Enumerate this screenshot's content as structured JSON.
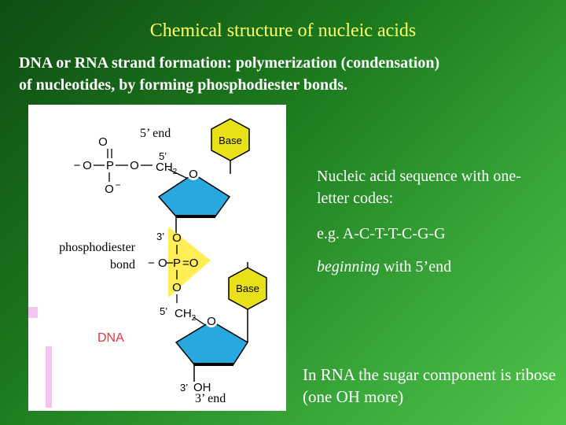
{
  "title": "Chemical structure of nucleic acids",
  "intro": {
    "line1": "DNA or RNA strand formation: polymerization (condensation)",
    "line2": "of nucleotides, by forming phosphodiester bonds."
  },
  "diagram": {
    "five_prime_end": "5’ end",
    "three_prime_end": "3’ end",
    "phosphodiester_line1": "phosphodiester",
    "phosphodiester_line2": "bond",
    "base_label": "Base",
    "dna_label": "DNA",
    "atom_O": "O",
    "atom_P": "P",
    "atom_H": "H",
    "minus": "−",
    "ch2": "CH",
    "sub2": "2",
    "prime5": "5’",
    "prime3": "3’",
    "eq_O": "=O",
    "colors": {
      "base_fill": "#e8e018",
      "sugar_fill": "#29a8e0",
      "phosphate_fill": "#ffee55",
      "dna_text": "#e8323c"
    }
  },
  "sequence": {
    "heading": "Nucleic acid sequence with one-letter codes:",
    "example": "e.g. A-C-T-T-C-G-G",
    "beginning_word": "beginning",
    "beginning_rest": " with 5’end"
  },
  "rna_note": "In RNA the sugar component is ribose (one OH more)"
}
